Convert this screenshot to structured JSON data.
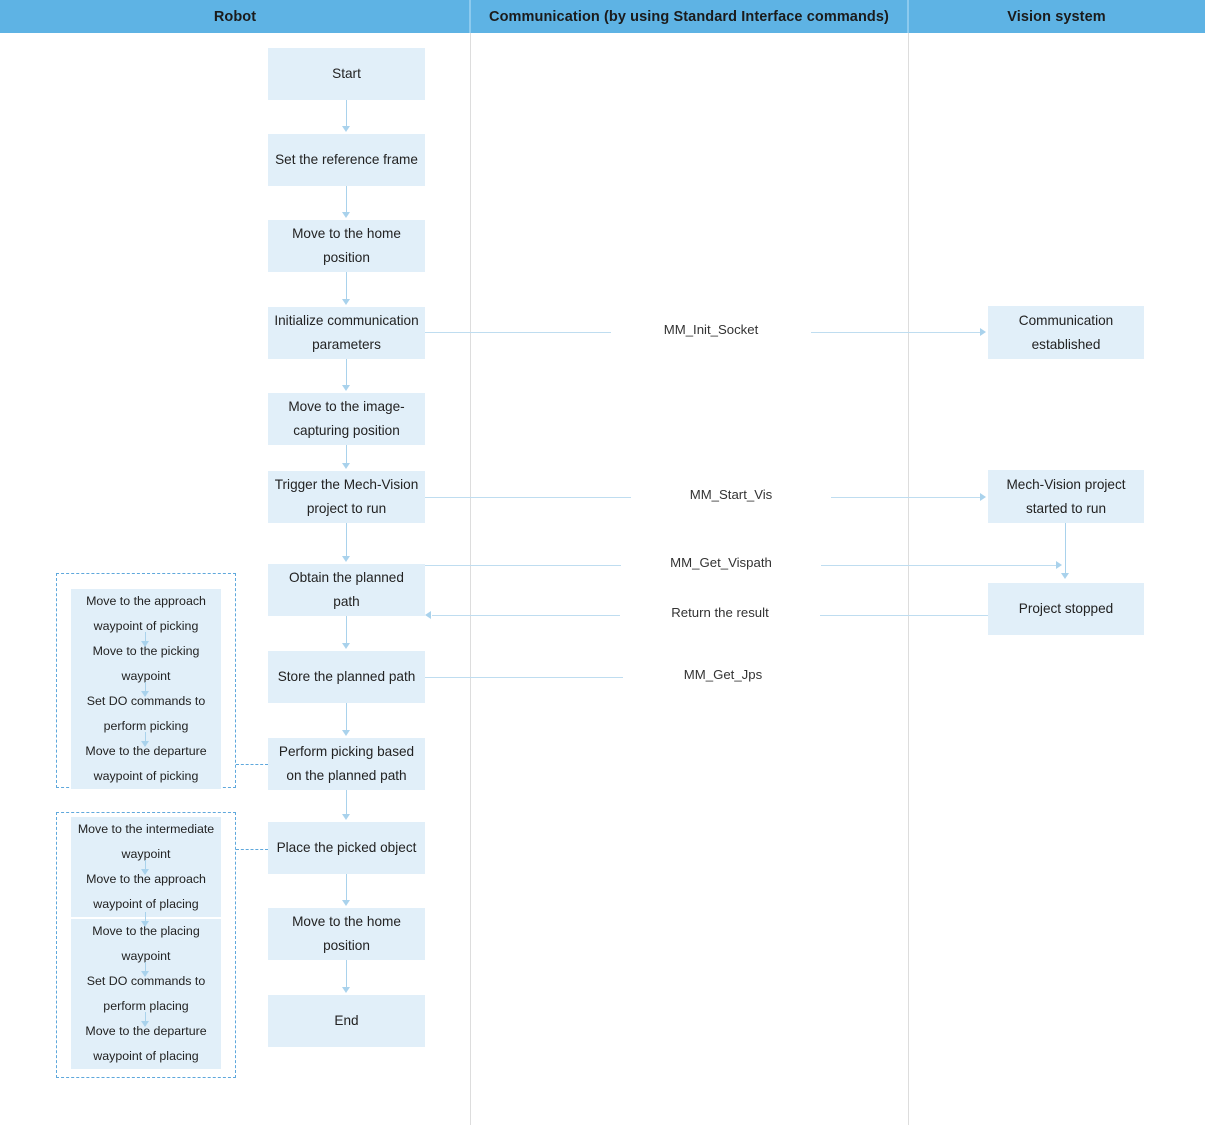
{
  "header": {
    "columns": [
      {
        "id": "robot",
        "label": "Robot"
      },
      {
        "id": "communication",
        "label": "Communication (by using Standard Interface commands)"
      },
      {
        "id": "vision",
        "label": "Vision system"
      }
    ]
  },
  "robot_lane": {
    "nodes": [
      {
        "id": "start",
        "label": "Start"
      },
      {
        "id": "set-ref-frame",
        "label": "Set the reference frame"
      },
      {
        "id": "home-1",
        "label": "Move to the home position"
      },
      {
        "id": "init-comm",
        "label": "Initialize communication parameters"
      },
      {
        "id": "image-pos",
        "label": "Move to the image-capturing position"
      },
      {
        "id": "trigger-vision",
        "label": "Trigger the Mech-Vision project to run"
      },
      {
        "id": "obtain-path",
        "label": "Obtain the planned path"
      },
      {
        "id": "store-path",
        "label": "Store the planned path"
      },
      {
        "id": "perform-pick",
        "label": "Perform picking based on the planned path"
      },
      {
        "id": "place-object",
        "label": "Place the picked object"
      },
      {
        "id": "home-2",
        "label": "Move to the home position"
      },
      {
        "id": "end",
        "label": "End"
      }
    ]
  },
  "picking_subflow": {
    "steps": [
      {
        "id": "approach-pick",
        "label": "Move to the approach waypoint of picking"
      },
      {
        "id": "picking-wp",
        "label": "Move to the picking waypoint"
      },
      {
        "id": "do-pick",
        "label": "Set DO commands to perform picking"
      },
      {
        "id": "departure-pick",
        "label": "Move to the departure waypoint of picking"
      }
    ]
  },
  "placing_subflow": {
    "steps": [
      {
        "id": "intermediate-wp",
        "label": "Move to the intermediate waypoint"
      },
      {
        "id": "approach-place",
        "label": "Move to the approach waypoint of placing"
      },
      {
        "id": "placing-wp",
        "label": "Move to the placing waypoint"
      },
      {
        "id": "do-place",
        "label": "Set DO commands to perform placing"
      },
      {
        "id": "departure-place",
        "label": "Move to the departure waypoint of placing"
      }
    ]
  },
  "vision_lane": {
    "nodes": [
      {
        "id": "comm-established",
        "label": "Communication established"
      },
      {
        "id": "project-running",
        "label": "Mech-Vision project started to run"
      },
      {
        "id": "project-stopped",
        "label": "Project stopped"
      }
    ]
  },
  "messages": [
    {
      "id": "mm-init-socket",
      "label": "MM_Init_Socket",
      "direction": "right"
    },
    {
      "id": "mm-start-vis",
      "label": "MM_Start_Vis",
      "direction": "right"
    },
    {
      "id": "mm-get-vispath",
      "label": "MM_Get_Vispath",
      "direction": "right"
    },
    {
      "id": "return-result",
      "label": "Return the result",
      "direction": "left"
    },
    {
      "id": "mm-get-jps",
      "label": "MM_Get_Jps",
      "direction": "right"
    }
  ],
  "colors": {
    "header_band": "#5EB3E4",
    "node_fill": "#E1EFF9",
    "connector": "#A9D2EC",
    "dashed_border": "#5FA8DC",
    "lane_divider": "#DDDDDD"
  }
}
